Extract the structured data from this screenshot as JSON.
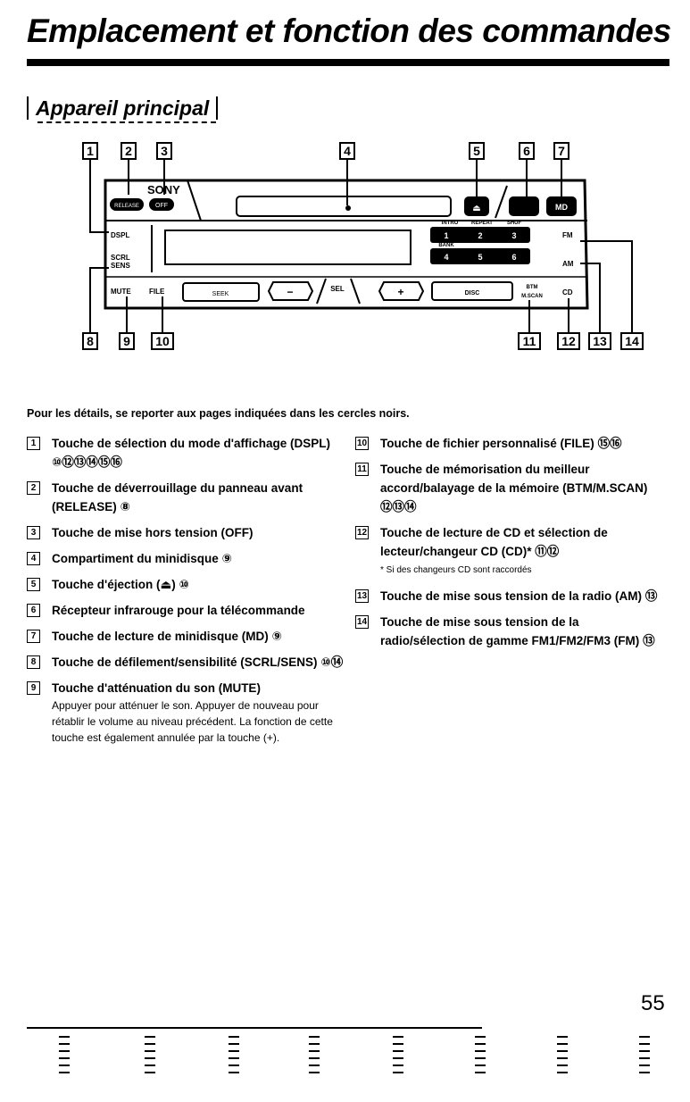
{
  "title": "Emplacement et fonction des commandes",
  "subtitle": "Appareil principal",
  "figure": {
    "brand": "SONY",
    "callouts_top": [
      "1",
      "2",
      "3",
      "4",
      "5",
      "6",
      "7"
    ],
    "callouts_bottom": [
      "8",
      "9",
      "10",
      "11",
      "12",
      "13",
      "14"
    ],
    "labels": {
      "dspl": "DSPL",
      "scrl": "SCRL",
      "sens": "SENS",
      "mute": "MUTE",
      "file": "FILE",
      "sel": "SEL",
      "minus": "−",
      "plus": "+",
      "am": "AM",
      "fm": "FM",
      "cd": "CD",
      "off": "OFF",
      "md": "MD",
      "release": "RELEASE",
      "eject": "⏏",
      "presets": [
        "1",
        "2",
        "3",
        "4",
        "5",
        "6"
      ],
      "intro": "INTRO",
      "repeat": "REPEAT",
      "shuf": "SHUF",
      "bank": "BANK",
      "disc": "DISC",
      "btm": "BTM",
      "mscan": "M.SCAN",
      "seek": "SEEK"
    }
  },
  "intro": "Pour les détails, se reporter aux pages indiquées dans les cercles noirs.",
  "left_items": [
    {
      "num": "1",
      "text": "Touche de sélection du mode d'affichage (DSPL)",
      "refs": "⑩⑫⑬⑭⑮⑯"
    },
    {
      "num": "2",
      "text": "Touche de déverrouillage du panneau avant (RELEASE)",
      "refs": "⑧"
    },
    {
      "num": "3",
      "text": "Touche de mise hors tension (OFF)",
      "refs": ""
    },
    {
      "num": "4",
      "text": "Compartiment du minidisque",
      "refs": "⑨"
    },
    {
      "num": "5",
      "text": "Touche d'éjection (⏏)",
      "refs": "⑩"
    },
    {
      "num": "6",
      "text": "Récepteur infrarouge pour la télécommande",
      "refs": ""
    },
    {
      "num": "7",
      "text": "Touche de lecture de minidisque (MD)",
      "refs": "⑨"
    },
    {
      "num": "8",
      "text": "Touche de défilement/sensibilité (SCRL/SENS)",
      "refs": "⑩⑭"
    },
    {
      "num": "9",
      "text": "Touche d'atténuation du son (MUTE)",
      "refs": "",
      "note": "Appuyer pour atténuer le son. Appuyer de nouveau pour rétablir le volume au niveau précédent. La fonction de cette touche est également annulée par la touche (+)."
    }
  ],
  "right_items": [
    {
      "num": "10",
      "text": "Touche de fichier personnalisé (FILE)",
      "refs": "⑮⑯"
    },
    {
      "num": "11",
      "text": "Touche de mémorisation du meilleur accord/balayage de la mémoire (BTM/M.SCAN)",
      "refs": "⑫⑬⑭"
    },
    {
      "num": "12",
      "text": "Touche de lecture de CD et sélection de lecteur/changeur CD (CD)*",
      "refs": "⑪⑫",
      "note": "* Si des changeurs CD sont raccordés"
    },
    {
      "num": "13",
      "text": "Touche de mise sous tension de la radio (AM)",
      "refs": "⑬"
    },
    {
      "num": "14",
      "text": "Touche de mise sous tension de la radio/sélection de gamme FM1/FM2/FM3 (FM)",
      "refs": "⑬"
    }
  ],
  "page_number": "55"
}
